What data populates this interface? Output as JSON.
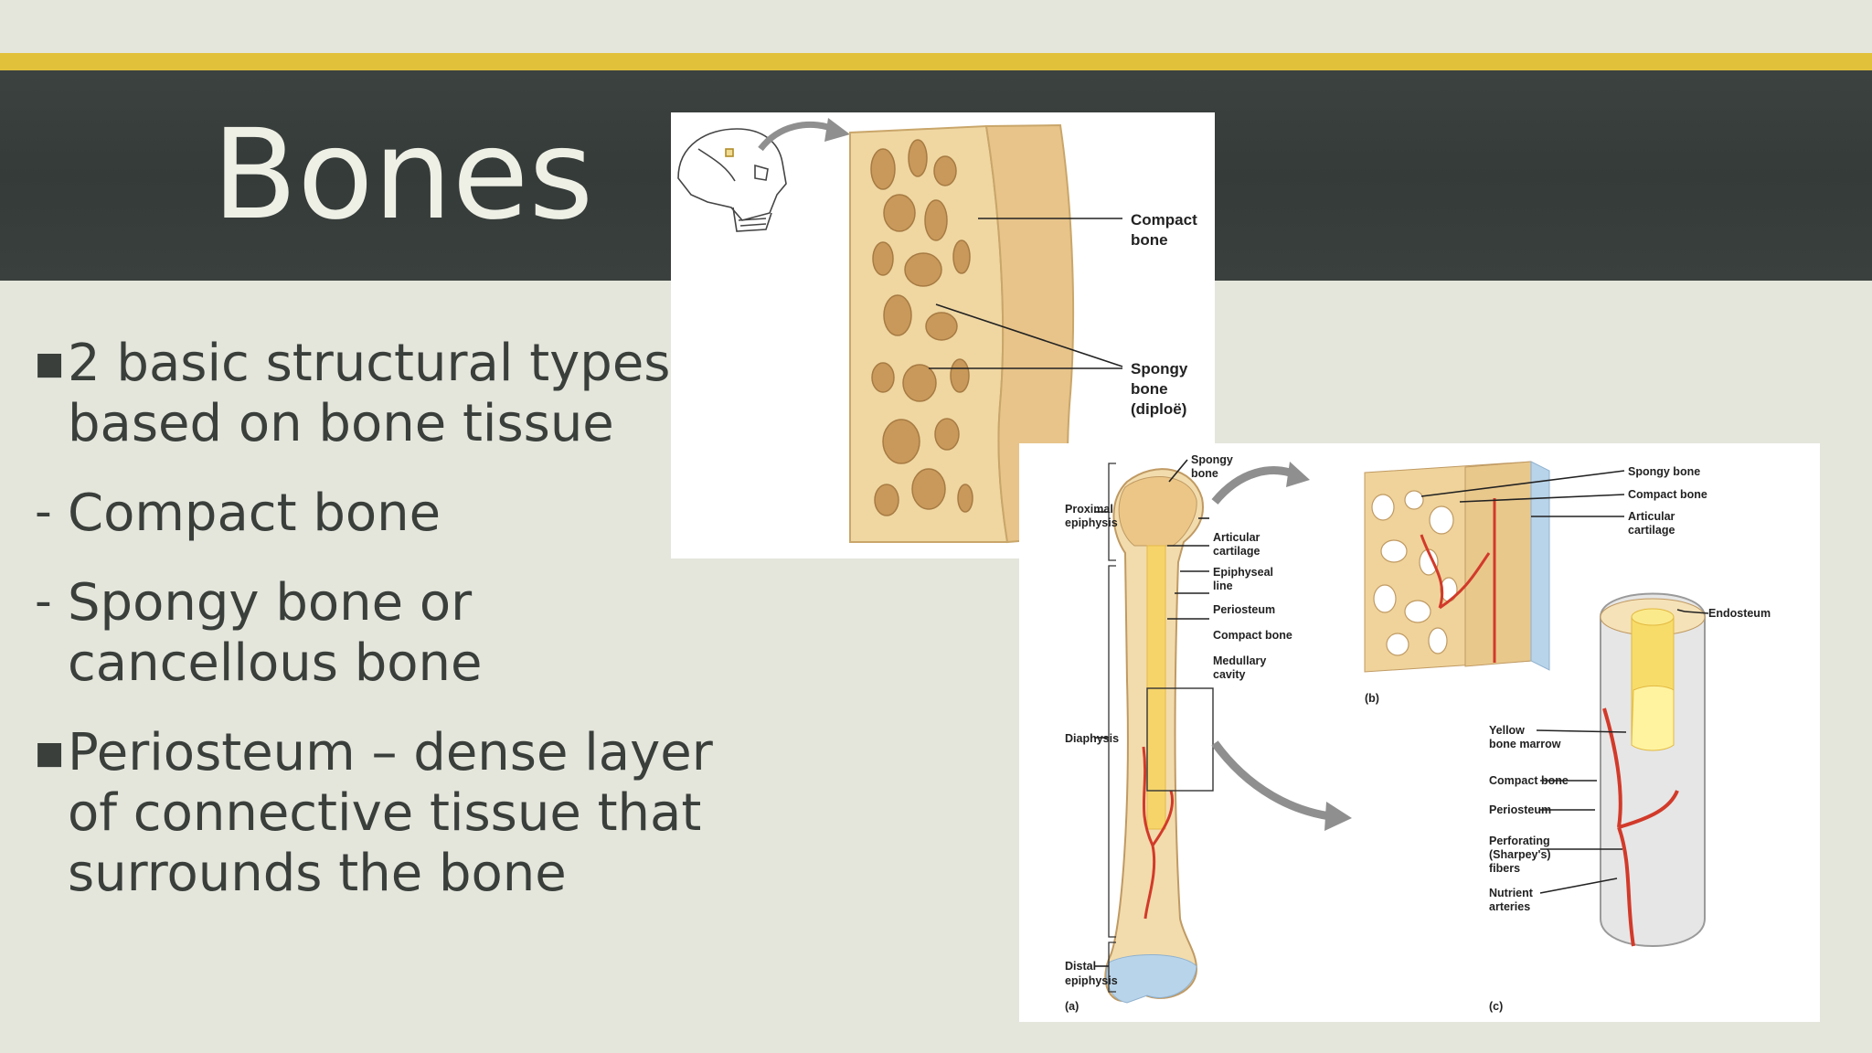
{
  "slide": {
    "title": "Bones",
    "bullets": [
      {
        "marker": "square-bullet-icon",
        "lines": [
          "2 basic structural types",
          "based on bone tissue"
        ]
      },
      {
        "marker": "dash-bullet",
        "lines": [
          "Compact bone"
        ]
      },
      {
        "marker": "dash-bullet",
        "lines": [
          "Spongy bone or",
          "cancellous bone"
        ]
      },
      {
        "marker": "square-bullet-icon",
        "lines": [
          "Periosteum – dense layer",
          "of connective tissue that",
          "surrounds the bone"
        ]
      }
    ]
  },
  "figure_top": {
    "labels": {
      "compact_1": "Compact",
      "compact_2": "bone",
      "spongy_1": "Spongy",
      "spongy_2": "bone",
      "spongy_3": "(diploë)"
    }
  },
  "figure_bottom": {
    "labels": {
      "spongy_bone_a1": "Spongy",
      "spongy_bone_a2": "bone",
      "proximal_1": "Proximal",
      "proximal_2": "epiphysis",
      "articular_a1": "Articular",
      "articular_a2": "cartilage",
      "epiphyseal_1": "Epiphyseal",
      "epiphyseal_2": "line",
      "periosteum_a": "Periosteum",
      "compact_a": "Compact bone",
      "medullary_1": "Medullary",
      "medullary_2": "cavity",
      "diaphysis": "Diaphysis",
      "distal_1": "Distal",
      "distal_2": "epiphysis",
      "panel_a": "(a)",
      "spongy_b": "Spongy bone",
      "compact_b": "Compact bone",
      "articular_b1": "Articular",
      "articular_b2": "cartilage",
      "panel_b": "(b)",
      "endosteum": "Endosteum",
      "yellow_1": "Yellow",
      "yellow_2": "bone marrow",
      "compact_c": "Compact bone",
      "periosteum_c": "Periosteum",
      "perforating_1": "Perforating",
      "perforating_2": "(Sharpey's)",
      "perforating_3": "fibers",
      "nutrient_1": "Nutrient",
      "nutrient_2": "arteries",
      "panel_c": "(c)"
    }
  },
  "colors": {
    "background": "#e4e6dc",
    "title_band": "#3a403e",
    "accent_rule": "#e2c13a",
    "title_text": "#eef0e6",
    "body_text": "#3a3f3b",
    "bone": "#e9c98c",
    "artery": "#d23a2a",
    "cartilage": "#b8d4ea"
  }
}
